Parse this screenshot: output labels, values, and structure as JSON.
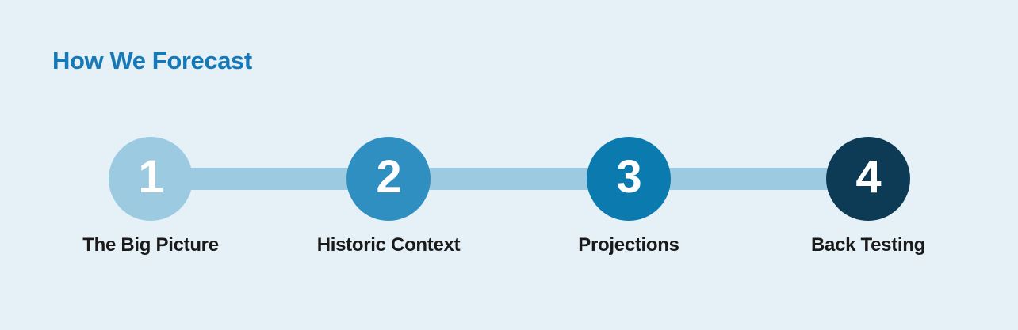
{
  "header": {
    "title": "How We Forecast",
    "title_color": "#1479b8"
  },
  "canvas": {
    "background_color": "#e6f0f7",
    "connector_color": "#9ccbe1"
  },
  "steps": [
    {
      "number": "1",
      "label": "The Big Picture",
      "circle_color": "#9ccbe1",
      "number_color": "#ffffff"
    },
    {
      "number": "2",
      "label": "Historic Context",
      "circle_color": "#2f8fc0",
      "number_color": "#ffffff"
    },
    {
      "number": "3",
      "label": "Projections",
      "circle_color": "#0b7baf",
      "number_color": "#ffffff"
    },
    {
      "number": "4",
      "label": "Back Testing",
      "circle_color": "#0d3a54",
      "number_color": "#ffffff"
    }
  ],
  "label_color": "#1a1a1a"
}
